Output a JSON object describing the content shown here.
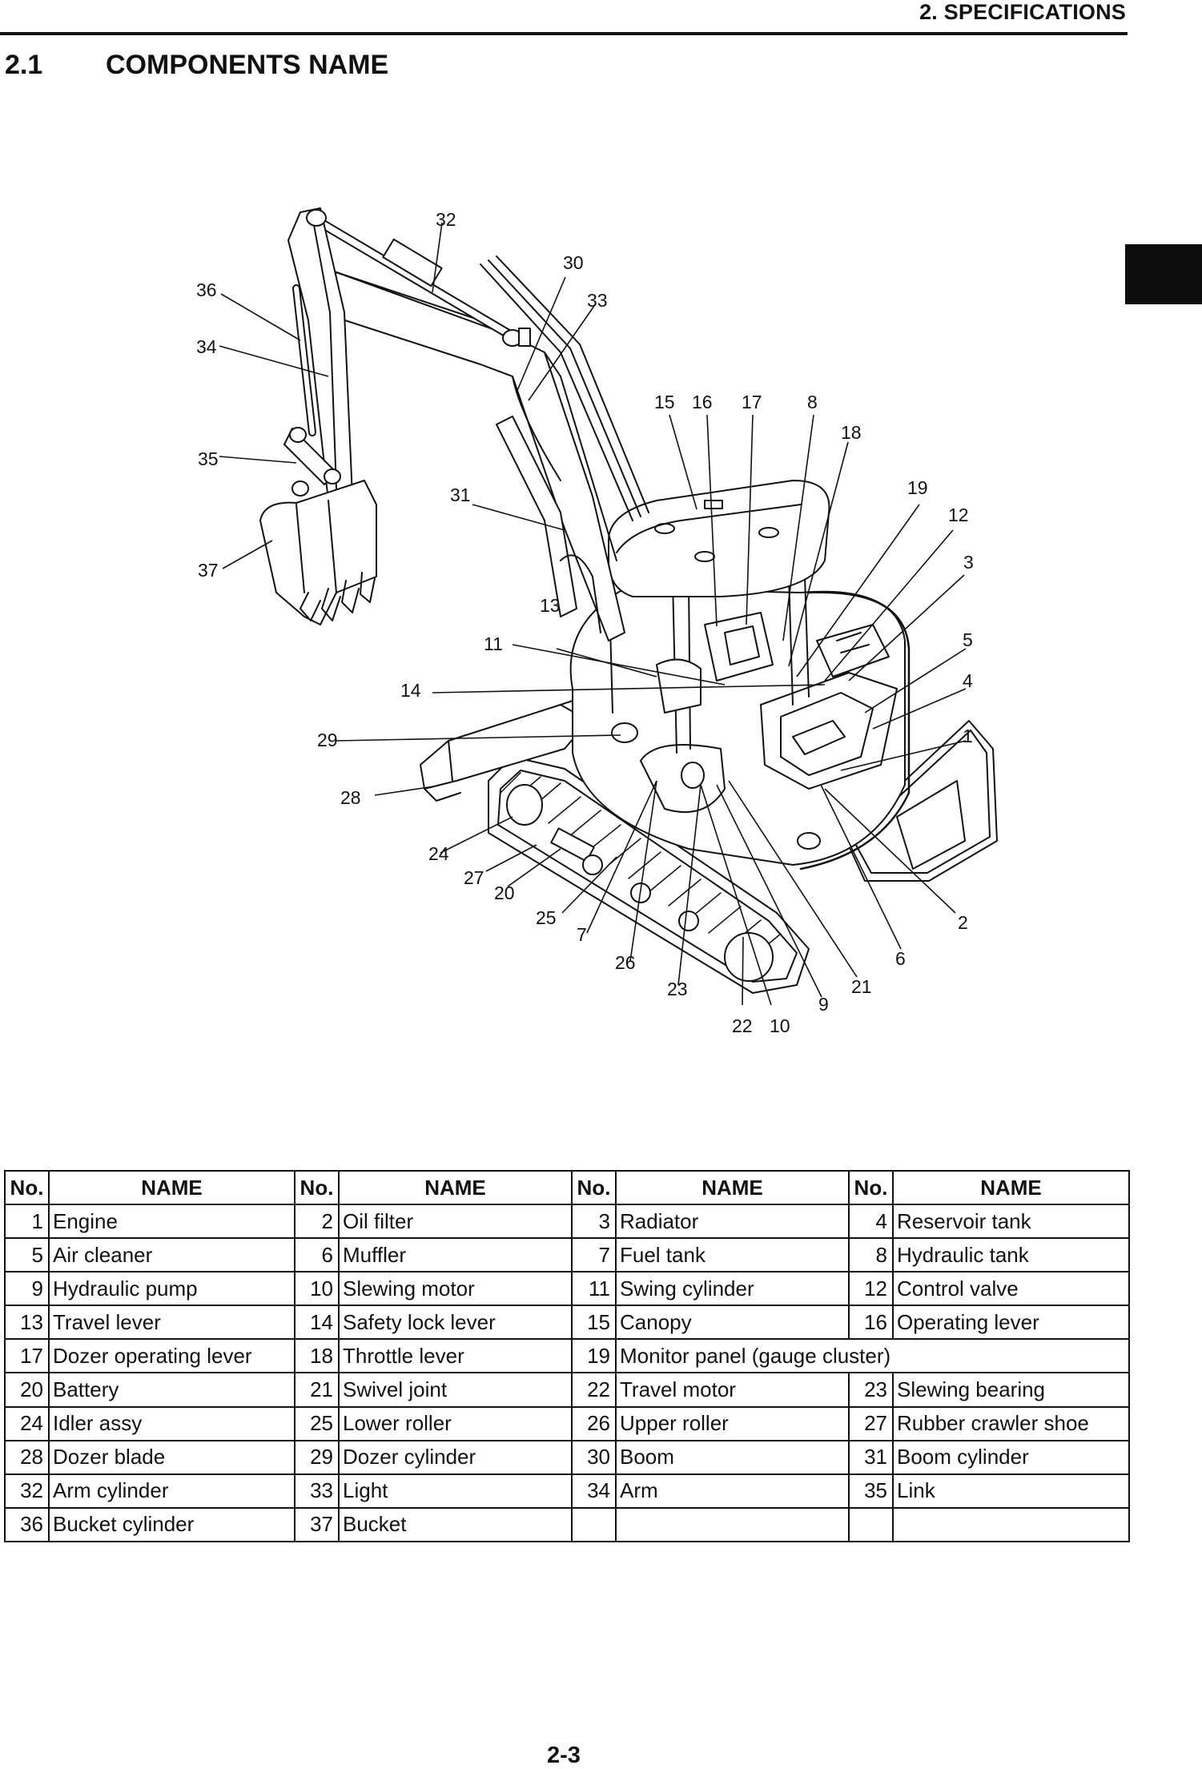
{
  "header": {
    "section_label": "2. SPECIFICATIONS"
  },
  "section": {
    "number": "2.1",
    "title": "COMPONENTS NAME"
  },
  "diagram": {
    "callouts": [
      "1",
      "2",
      "3",
      "4",
      "5",
      "6",
      "7",
      "8",
      "9",
      "10",
      "11",
      "12",
      "13",
      "14",
      "15",
      "16",
      "17",
      "18",
      "19",
      "20",
      "21",
      "22",
      "23",
      "24",
      "25",
      "26",
      "27",
      "28",
      "29",
      "30",
      "31",
      "32",
      "33",
      "34",
      "35",
      "36",
      "37"
    ]
  },
  "table": {
    "headers": [
      "No.",
      "NAME",
      "No.",
      "NAME",
      "No.",
      "NAME",
      "No.",
      "NAME"
    ],
    "rows": [
      [
        {
          "no": "1",
          "name": "Engine"
        },
        {
          "no": "2",
          "name": "Oil filter"
        },
        {
          "no": "3",
          "name": "Radiator"
        },
        {
          "no": "4",
          "name": "Reservoir tank"
        }
      ],
      [
        {
          "no": "5",
          "name": "Air cleaner"
        },
        {
          "no": "6",
          "name": "Muffler"
        },
        {
          "no": "7",
          "name": "Fuel tank"
        },
        {
          "no": "8",
          "name": "Hydraulic tank"
        }
      ],
      [
        {
          "no": "9",
          "name": "Hydraulic pump"
        },
        {
          "no": "10",
          "name": "Slewing motor"
        },
        {
          "no": "11",
          "name": "Swing cylinder"
        },
        {
          "no": "12",
          "name": "Control valve"
        }
      ],
      [
        {
          "no": "13",
          "name": "Travel lever"
        },
        {
          "no": "14",
          "name": "Safety lock lever"
        },
        {
          "no": "15",
          "name": "Canopy"
        },
        {
          "no": "16",
          "name": "Operating lever"
        }
      ],
      [
        {
          "no": "17",
          "name": "Dozer operating lever"
        },
        {
          "no": "18",
          "name": "Throttle lever"
        },
        {
          "no": "19",
          "name": "Monitor panel (gauge cluster)",
          "span": true
        }
      ],
      [
        {
          "no": "20",
          "name": "Battery"
        },
        {
          "no": "21",
          "name": "Swivel joint"
        },
        {
          "no": "22",
          "name": "Travel motor"
        },
        {
          "no": "23",
          "name": "Slewing bearing"
        }
      ],
      [
        {
          "no": "24",
          "name": "Idler assy"
        },
        {
          "no": "25",
          "name": "Lower roller"
        },
        {
          "no": "26",
          "name": "Upper roller"
        },
        {
          "no": "27",
          "name": "Rubber crawler shoe"
        }
      ],
      [
        {
          "no": "28",
          "name": "Dozer blade"
        },
        {
          "no": "29",
          "name": "Dozer cylinder"
        },
        {
          "no": "30",
          "name": "Boom"
        },
        {
          "no": "31",
          "name": "Boom cylinder"
        }
      ],
      [
        {
          "no": "32",
          "name": "Arm cylinder"
        },
        {
          "no": "33",
          "name": "Light"
        },
        {
          "no": "34",
          "name": "Arm"
        },
        {
          "no": "35",
          "name": "Link"
        }
      ],
      [
        {
          "no": "36",
          "name": "Bucket cylinder"
        },
        {
          "no": "37",
          "name": "Bucket"
        },
        {
          "no": "",
          "name": ""
        },
        {
          "no": "",
          "name": ""
        }
      ]
    ]
  },
  "footer": {
    "page_number": "2-3"
  }
}
